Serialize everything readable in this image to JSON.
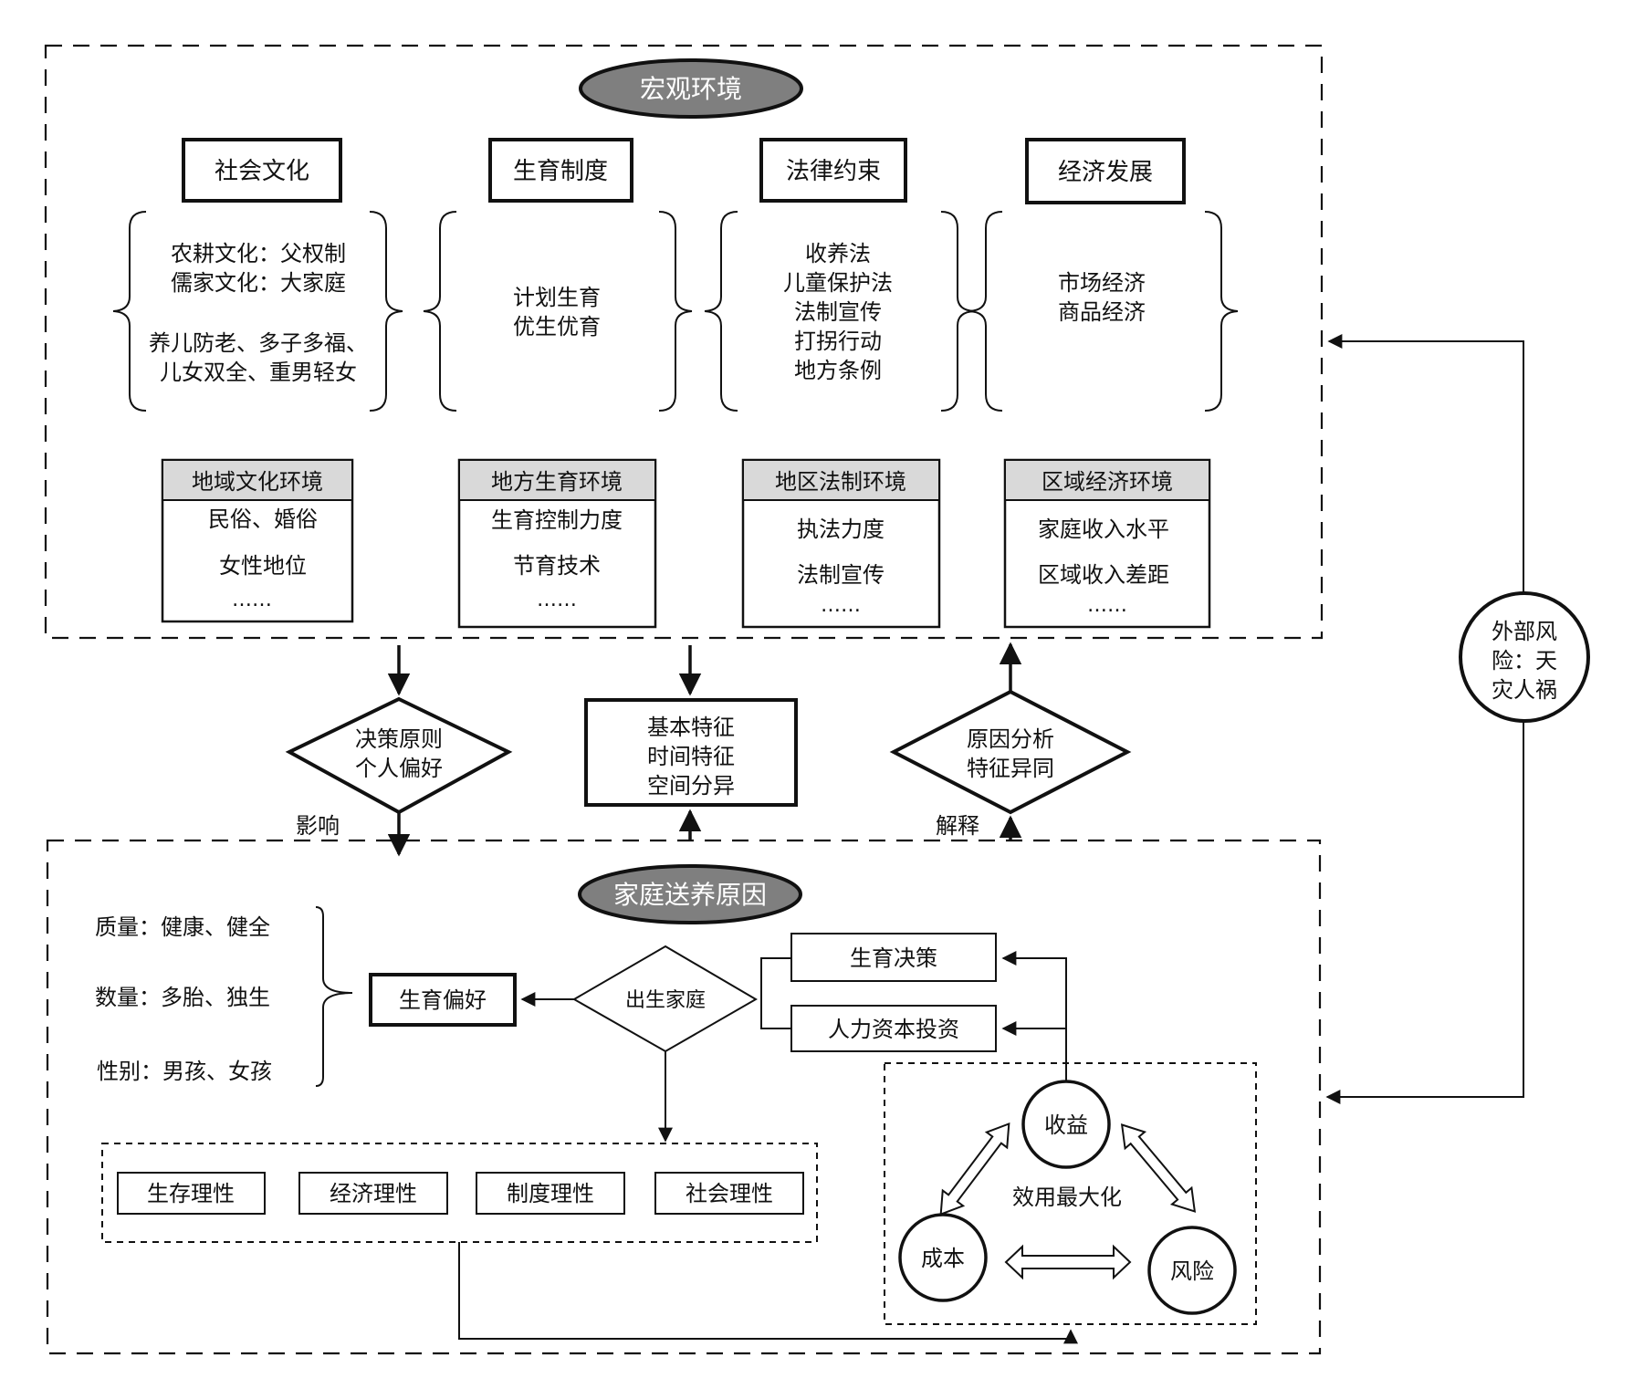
{
  "macro": {
    "title": "宏观环境",
    "categories": [
      {
        "label": "社会文化",
        "items": [
          "农耕文化：父权制",
          "儒家文化：大家庭",
          "",
          "养儿防老、多子多福、",
          "儿女双全、重男轻女"
        ]
      },
      {
        "label": "生育制度",
        "items": [
          "计划生育",
          "优生优育"
        ]
      },
      {
        "label": "法律约束",
        "items": [
          "收养法",
          "儿童保护法",
          "法制宣传",
          "打拐行动",
          "地方条例"
        ]
      },
      {
        "label": "经济发展",
        "items": [
          "市场经济",
          "商品经济"
        ]
      }
    ],
    "environments": [
      {
        "header": "地域文化环境",
        "items": [
          "民俗、婚俗",
          "女性地位",
          "……"
        ]
      },
      {
        "header": "地方生育环境",
        "items": [
          "生育控制力度",
          "节育技术",
          "……"
        ]
      },
      {
        "header": "地区法制环境",
        "items": [
          "执法力度",
          "法制宣传",
          "……"
        ]
      },
      {
        "header": "区域经济环境",
        "items": [
          "家庭收入水平",
          "区域收入差距",
          "……"
        ]
      }
    ]
  },
  "middle": {
    "left_diamond": [
      "决策原则",
      "个人偏好"
    ],
    "center_box": [
      "基本特征",
      "时间特征",
      "空间分异"
    ],
    "right_diamond": [
      "原因分析",
      "特征异同"
    ],
    "left_label": "影响",
    "right_label": "解释"
  },
  "external_risk": [
    "外部风",
    "险：天",
    "灾人祸"
  ],
  "family": {
    "title": "家庭送养原因",
    "preferences": [
      "质量：健康、健全",
      "数量：多胎、独生",
      "性别：男孩、女孩"
    ],
    "preference_box": "生育偏好",
    "birth_family": "出生家庭",
    "decisions": [
      "生育决策",
      "人力资本投资"
    ],
    "utility": {
      "center": "效用最大化",
      "nodes": [
        "收益",
        "成本",
        "风险"
      ]
    },
    "rationalities": [
      "生存理性",
      "经济理性",
      "制度理性",
      "社会理性"
    ]
  }
}
